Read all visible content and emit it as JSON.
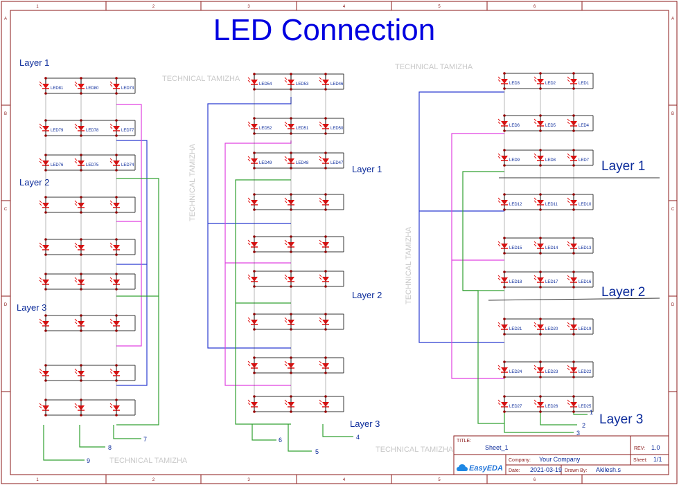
{
  "title": "LED Connection",
  "layer_label_1": "Layer 1",
  "layer_label_2": "Layer 2",
  "layer_label_3": "Layer 3",
  "watermark": "TECHNICAL TAMIZHA",
  "ruler_numbers": [
    "1",
    "2",
    "3",
    "4",
    "5",
    "6"
  ],
  "ruler_letters": [
    "A",
    "B",
    "C",
    "D"
  ],
  "led_labels": {
    "left_grid": [
      "LED81",
      "LED80",
      "LED73",
      "LED79",
      "LED78",
      "LED77",
      "LED76",
      "LED75",
      "LED74"
    ],
    "middle_grid": [
      "LED54",
      "LED53",
      "LED46",
      "LED52",
      "LED51",
      "LED50",
      "LED49",
      "LED48",
      "LED47"
    ],
    "right_grid": [
      "LED3",
      "LED2",
      "LED1",
      "LED6",
      "LED5",
      "LED4",
      "LED9",
      "LED8",
      "LED7",
      "LED12",
      "LED11",
      "LED10",
      "LED15",
      "LED14",
      "LED13",
      "LED18",
      "LED17",
      "LED16",
      "LED21",
      "LED20",
      "LED19",
      "LED24",
      "LED23",
      "LED22",
      "LED27",
      "LED26",
      "LED25"
    ]
  },
  "pin_numbers": {
    "left": [
      "7",
      "8",
      "9"
    ],
    "middle": [
      "6",
      "5",
      "4"
    ],
    "right": [
      "1",
      "2",
      "3"
    ]
  },
  "title_block": {
    "title_label": "TITLE:",
    "title_value": "Sheet_1",
    "rev_label": "REV:",
    "rev_value": "1.0",
    "company_label": "Company:",
    "company_value": "Your Company",
    "sheet_label": "Sheet:",
    "sheet_value": "1/1",
    "date_label": "Date:",
    "date_value": "2021-03-19",
    "drawn_label": "Drawn By:",
    "drawn_value": "Akilesh.s",
    "brand": "EasyEDA"
  },
  "colors": {
    "frame": "#8b1a1a",
    "led": "#e01010",
    "junction": "#a00000",
    "title": "#0000e0",
    "wire_blue": "#2a3bd0",
    "wire_pink": "#e040e0",
    "wire_green": "#30a030"
  }
}
